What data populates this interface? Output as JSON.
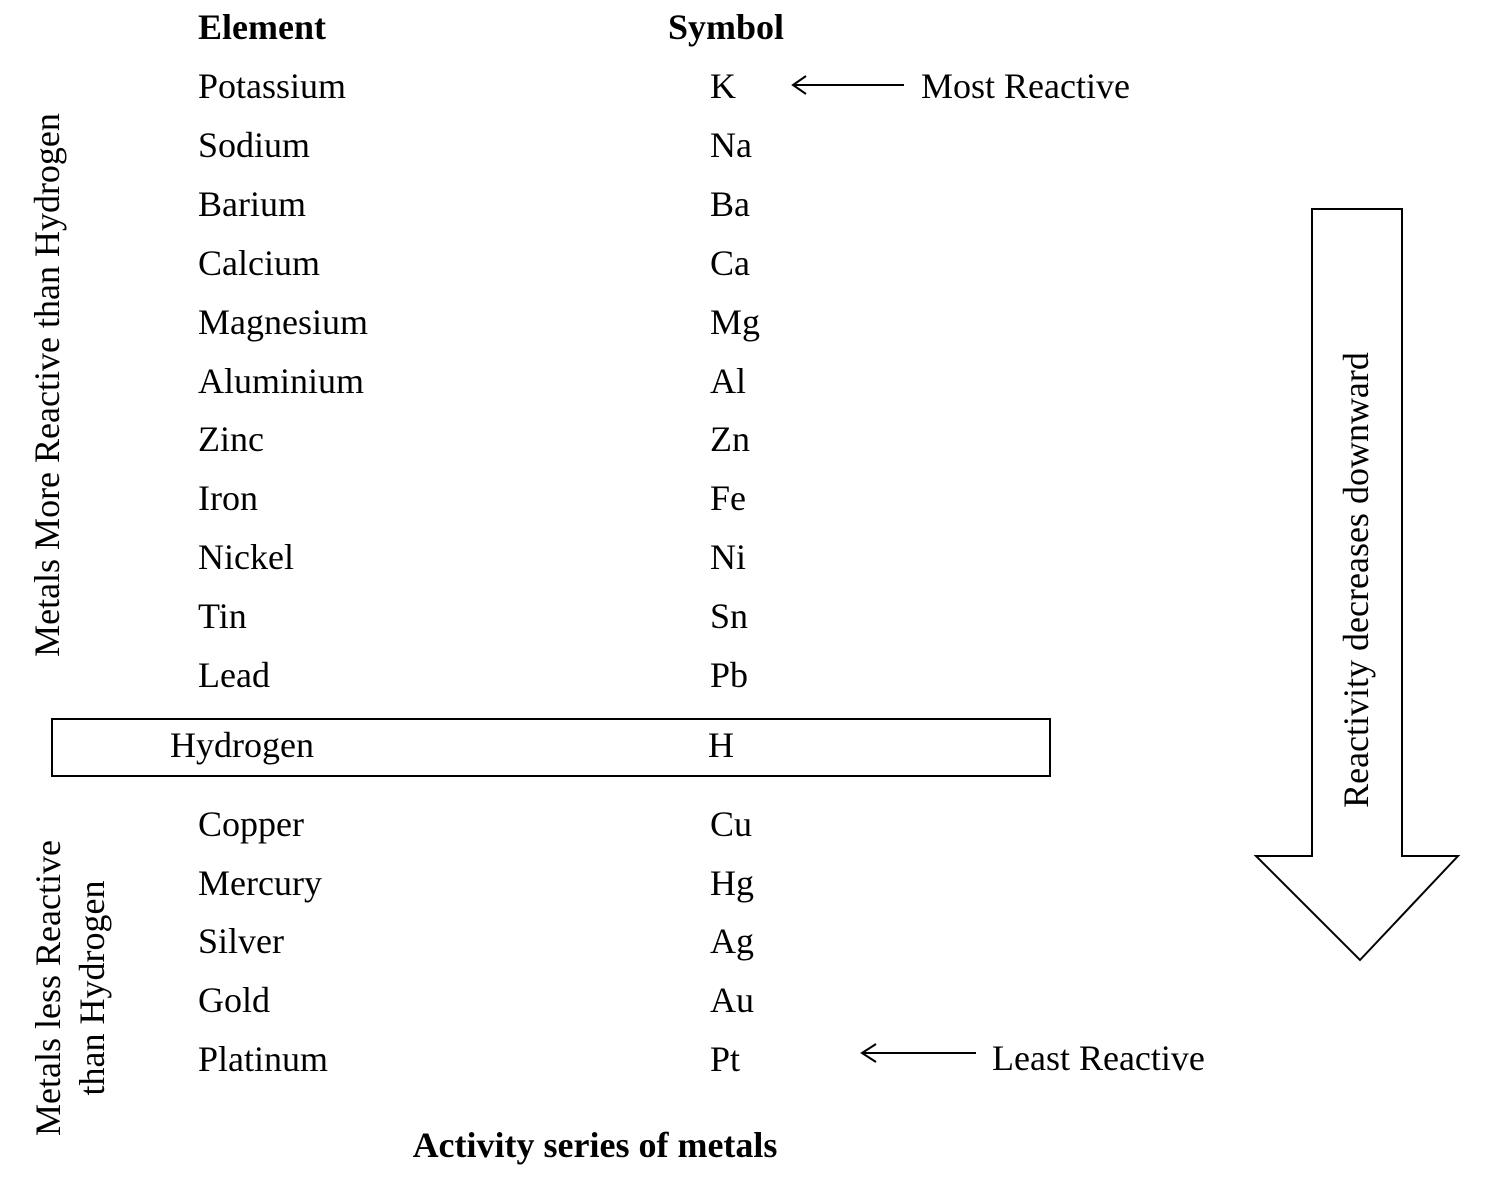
{
  "headers": {
    "element": "Element",
    "symbol": "Symbol"
  },
  "more_reactive": [
    {
      "element": "Potassium",
      "symbol": "K"
    },
    {
      "element": "Sodium",
      "symbol": "Na"
    },
    {
      "element": "Barium",
      "symbol": "Ba"
    },
    {
      "element": "Calcium",
      "symbol": "Ca"
    },
    {
      "element": "Magnesium",
      "symbol": "Mg"
    },
    {
      "element": "Aluminium",
      "symbol": "Al"
    },
    {
      "element": "Zinc",
      "symbol": "Zn"
    },
    {
      "element": "Iron",
      "symbol": "Fe"
    },
    {
      "element": "Nickel",
      "symbol": "Ni"
    },
    {
      "element": "Tin",
      "symbol": "Sn"
    },
    {
      "element": "Lead",
      "symbol": "Pb"
    }
  ],
  "hydrogen": {
    "element": "Hydrogen",
    "symbol": "H"
  },
  "less_reactive": [
    {
      "element": "Copper",
      "symbol": "Cu"
    },
    {
      "element": "Mercury",
      "symbol": "Hg"
    },
    {
      "element": "Silver",
      "symbol": "Ag"
    },
    {
      "element": "Gold",
      "symbol": "Au"
    },
    {
      "element": "Platinum",
      "symbol": "Pt"
    }
  ],
  "labels": {
    "more_group": "Metals More Reactive than Hydrogen",
    "less_group_line1": "Metals less Reactive",
    "less_group_line2": "than Hydrogen",
    "most_reactive": "Most Reactive",
    "least_reactive": "Least Reactive",
    "trend": "Reactivity decreases downward",
    "caption": "Activity series of metals"
  }
}
